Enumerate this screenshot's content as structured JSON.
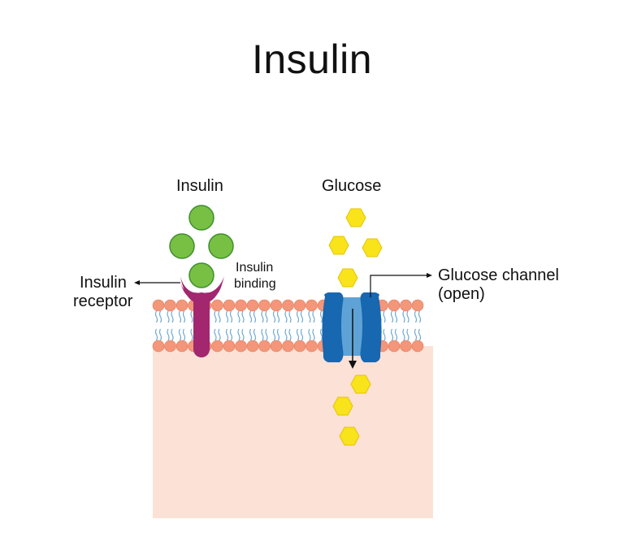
{
  "title": "Insulin",
  "labels": {
    "insulin": "Insulin",
    "glucose": "Glucose",
    "insulin_receptor_line1": "Insulin",
    "insulin_receptor_line2": "receptor",
    "insulin_binding_line1": "Insulin",
    "insulin_binding_line2": "binding",
    "glucose_channel_line1": "Glucose channel",
    "glucose_channel_line2": "(open)"
  },
  "colors": {
    "insulin_molecule": "#77c043",
    "insulin_molecule_outline": "#3f8f2e",
    "glucose_molecule": "#f9e31a",
    "glucose_molecule_outline": "#e5c500",
    "lipid_head": "#f39679",
    "lipid_tail": "#6fa8cf",
    "cytoplasm": "#fbe1d6",
    "receptor": "#a2276f",
    "channel_outer": "#1767b1",
    "channel_inner": "#5fa3d6"
  }
}
